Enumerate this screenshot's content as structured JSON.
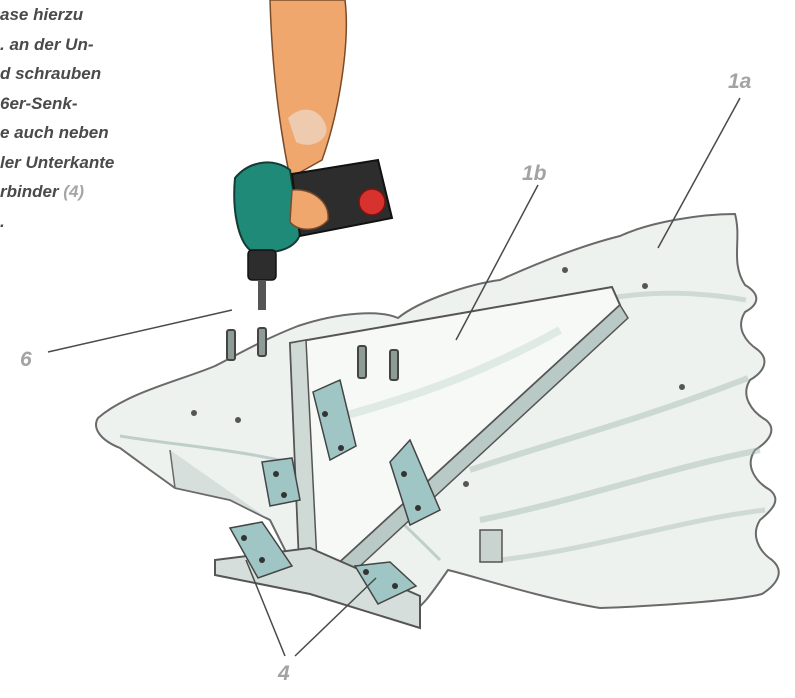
{
  "instruction_lines": [
    {
      "text": "ase hierzu",
      "ref": ""
    },
    {
      "text": ". an der Un-",
      "ref": ""
    },
    {
      "text": "d schrauben",
      "ref": ""
    },
    {
      "text": "6er-Senk-",
      "ref": ""
    },
    {
      "text": "e auch neben",
      "ref": ""
    },
    {
      "text": "ler Unterkante",
      "ref": ""
    },
    {
      "text": "rbinder ",
      "ref": "(4)"
    },
    {
      "text": ".",
      "ref": ""
    }
  ],
  "callouts": {
    "label_1a": "1a",
    "label_1b": "1b",
    "label_6": "6",
    "label_4": "4"
  },
  "colors": {
    "text": "#4a4a4a",
    "callout": "#a3a3a3",
    "drill_body": "#1f8a78",
    "drill_dark": "#2d2d2d",
    "drill_red": "#d8322e",
    "arm_skin": "#f0a76e",
    "board": "#eef2ee",
    "board_outline": "#6a6a6a",
    "bracket": "#9fc6c4"
  }
}
